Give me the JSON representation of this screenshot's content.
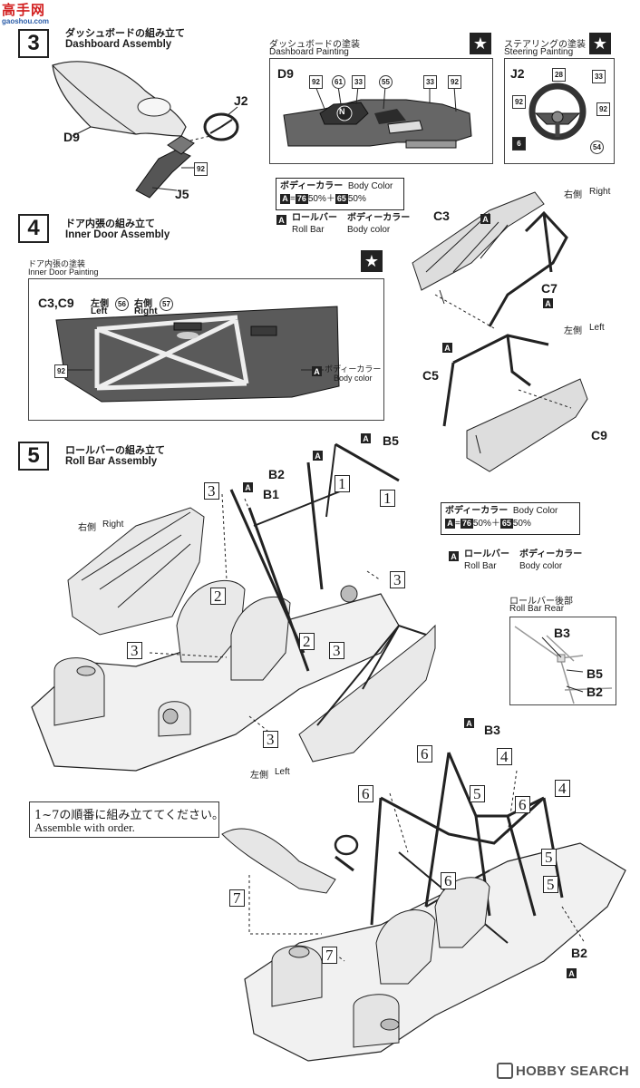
{
  "header": {
    "logo_text": "高手网",
    "logo_sub": "gaoshou.com"
  },
  "step3": {
    "number": "3",
    "title_jp": "ダッシュボードの組み立て",
    "title_en": "Dashboard Assembly",
    "parts": [
      "J2",
      "D9",
      "J5"
    ],
    "paint_92": "92"
  },
  "dashboard_painting": {
    "title_jp": "ダッシュボードの塗装",
    "title_en": "Dashboard Painting",
    "part": "D9",
    "paints": [
      "92",
      "61",
      "33",
      "55",
      "33",
      "92"
    ],
    "gauge_letter": "N"
  },
  "steering_painting": {
    "title_jp": "ステアリングの塗装",
    "title_en": "Steering Painting",
    "part": "J2",
    "paints": [
      "28",
      "33",
      "92",
      "92",
      "6",
      "54"
    ]
  },
  "body_color_1": {
    "title_jp": "ボディーカラー",
    "title_en": "Body Color",
    "formula_a": "A",
    "formula_eq": "=",
    "formula_c1": "76",
    "formula_p1": "50%＋",
    "formula_c2": "65",
    "formula_p2": "50%",
    "legend_a": "A",
    "legend_jp1": "ロールバー",
    "legend_jp2": "ボディーカラー",
    "legend_en1": "Roll Bar",
    "legend_en2": "Body color"
  },
  "step4": {
    "number": "4",
    "title_jp": "ドア内張の組み立て",
    "title_en": "Inner Door Assembly"
  },
  "inner_door_painting": {
    "title_jp": "ドア内張の塗装",
    "title_en": "Inner Door Painting",
    "part": "C3,C9",
    "left_jp": "左側",
    "left_en": "Left",
    "left_paint": "56",
    "right_jp": "右側",
    "right_en": "Right",
    "right_paint": "57",
    "paint_92": "92",
    "body_a": "A",
    "body_jp": "ボディーカラー",
    "body_en": "Body color"
  },
  "right_cage": {
    "side_jp": "右側",
    "side_en": "Right",
    "part_c3": "C3",
    "part_c7": "C7",
    "a1": "A",
    "a2": "A"
  },
  "left_cage": {
    "side_jp": "左側",
    "side_en": "Left",
    "part_c5": "C5",
    "part_c9": "C9",
    "a1": "A"
  },
  "step5": {
    "number": "5",
    "title_jp": "ロールバーの組み立て",
    "title_en": "Roll Bar Assembly",
    "parts": [
      "B5",
      "B2",
      "B1"
    ],
    "a_marks": [
      "A",
      "A",
      "A"
    ],
    "callouts": [
      "3",
      "1",
      "1",
      "2",
      "2",
      "3",
      "3",
      "3",
      "3"
    ],
    "right_jp": "右側",
    "right_en": "Right",
    "left_jp": "左側",
    "left_en": "Left"
  },
  "body_color_2": {
    "title_jp": "ボディーカラー",
    "title_en": "Body Color",
    "formula_a": "A",
    "formula_eq": "=",
    "formula_c1": "76",
    "formula_p1": "50%＋",
    "formula_c2": "65",
    "formula_p2": "50%",
    "legend_a": "A",
    "legend_jp1": "ロールバー",
    "legend_jp2": "ボディーカラー",
    "legend_en1": "Roll Bar",
    "legend_en2": "Body color"
  },
  "roll_bar_rear": {
    "title_jp": "ロールバー後部",
    "title_en": "Roll Bar Rear",
    "parts": [
      "B3",
      "B5",
      "B2"
    ]
  },
  "order_note": {
    "jp": "1~7の順番に組み立ててください。",
    "en": "Assemble with order."
  },
  "final_assembly": {
    "part_b3": "B3",
    "part_b2": "B2",
    "a_top": "A",
    "a_bottom": "A",
    "callouts": [
      "6",
      "4",
      "6",
      "5",
      "6",
      "4",
      "5",
      "6",
      "5",
      "7",
      "7"
    ]
  },
  "watermark": {
    "text": "HOBBY SEARCH"
  }
}
